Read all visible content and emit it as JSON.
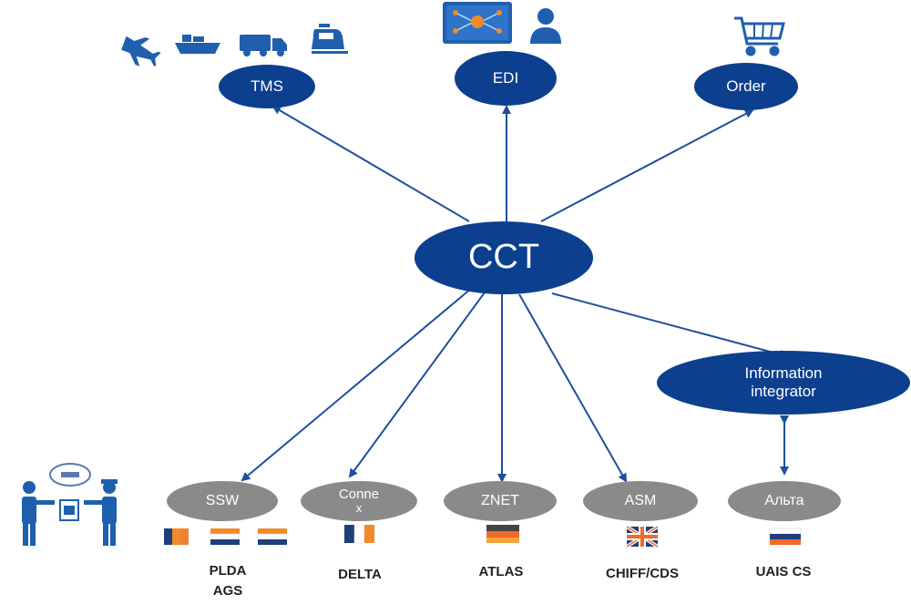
{
  "nodes": {
    "tms": "TMS",
    "edi": "EDI",
    "order": "Order",
    "cct": "CCT",
    "info_line1": "Information",
    "info_line2": "integrator",
    "ssw": "SSW",
    "connex_line1": "Conne",
    "connex_line2": "x",
    "znet": "ZNET",
    "asm": "ASM",
    "alta": "Альта"
  },
  "captions": {
    "ssw_line1": "PLDA",
    "ssw_line2": "AGS",
    "connex": "DELTA",
    "znet": "ATLAS",
    "asm": "CHIFF/CDS",
    "alta": "UAIS CS"
  },
  "icons": [
    "airplane-icon",
    "ship-icon",
    "truck-icon",
    "train-icon",
    "data-board-icon",
    "user-icon",
    "shopping-cart-icon",
    "customs-officers-icon",
    "flag-belgium-icon",
    "flag-netherlands-icon",
    "flag-france-icon",
    "flag-germany-icon",
    "flag-uk-icon",
    "flag-russia-icon"
  ],
  "colors": {
    "blue_node": "#0c3f8e",
    "grey_node": "#8a8a8a",
    "arrow": "#1f4e9c",
    "icon_blue": "#1f5fae"
  }
}
